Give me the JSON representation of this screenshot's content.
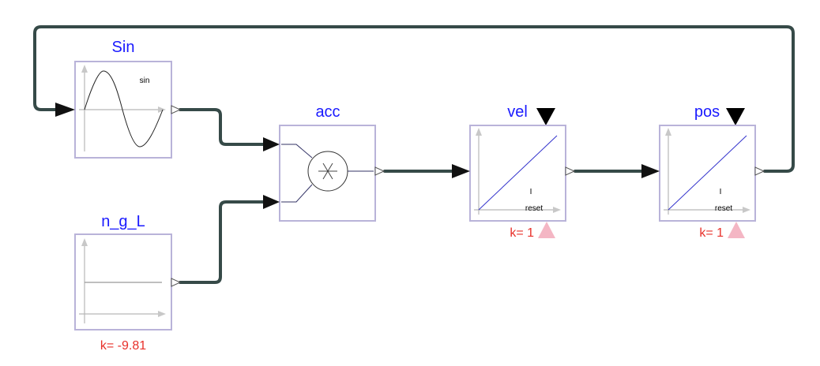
{
  "blocks": {
    "sin": {
      "name": "Sin",
      "inner_label": "sin"
    },
    "acc": {
      "name": "acc"
    },
    "vel": {
      "name": "vel",
      "inner_label": "I",
      "reset_label": "reset",
      "param": "k= 1"
    },
    "pos": {
      "name": "pos",
      "inner_label": "I",
      "reset_label": "reset",
      "param": "k= 1"
    },
    "ngl": {
      "name": "n_g_L",
      "param": "k= -9.81"
    }
  },
  "colors": {
    "block_name": "#1a1aff",
    "param": "#e8302a",
    "block_border": "#b9b3d9",
    "wire": "#364a48",
    "integrator_line": "#3333cc",
    "reset_port": "#f4b6c4"
  }
}
